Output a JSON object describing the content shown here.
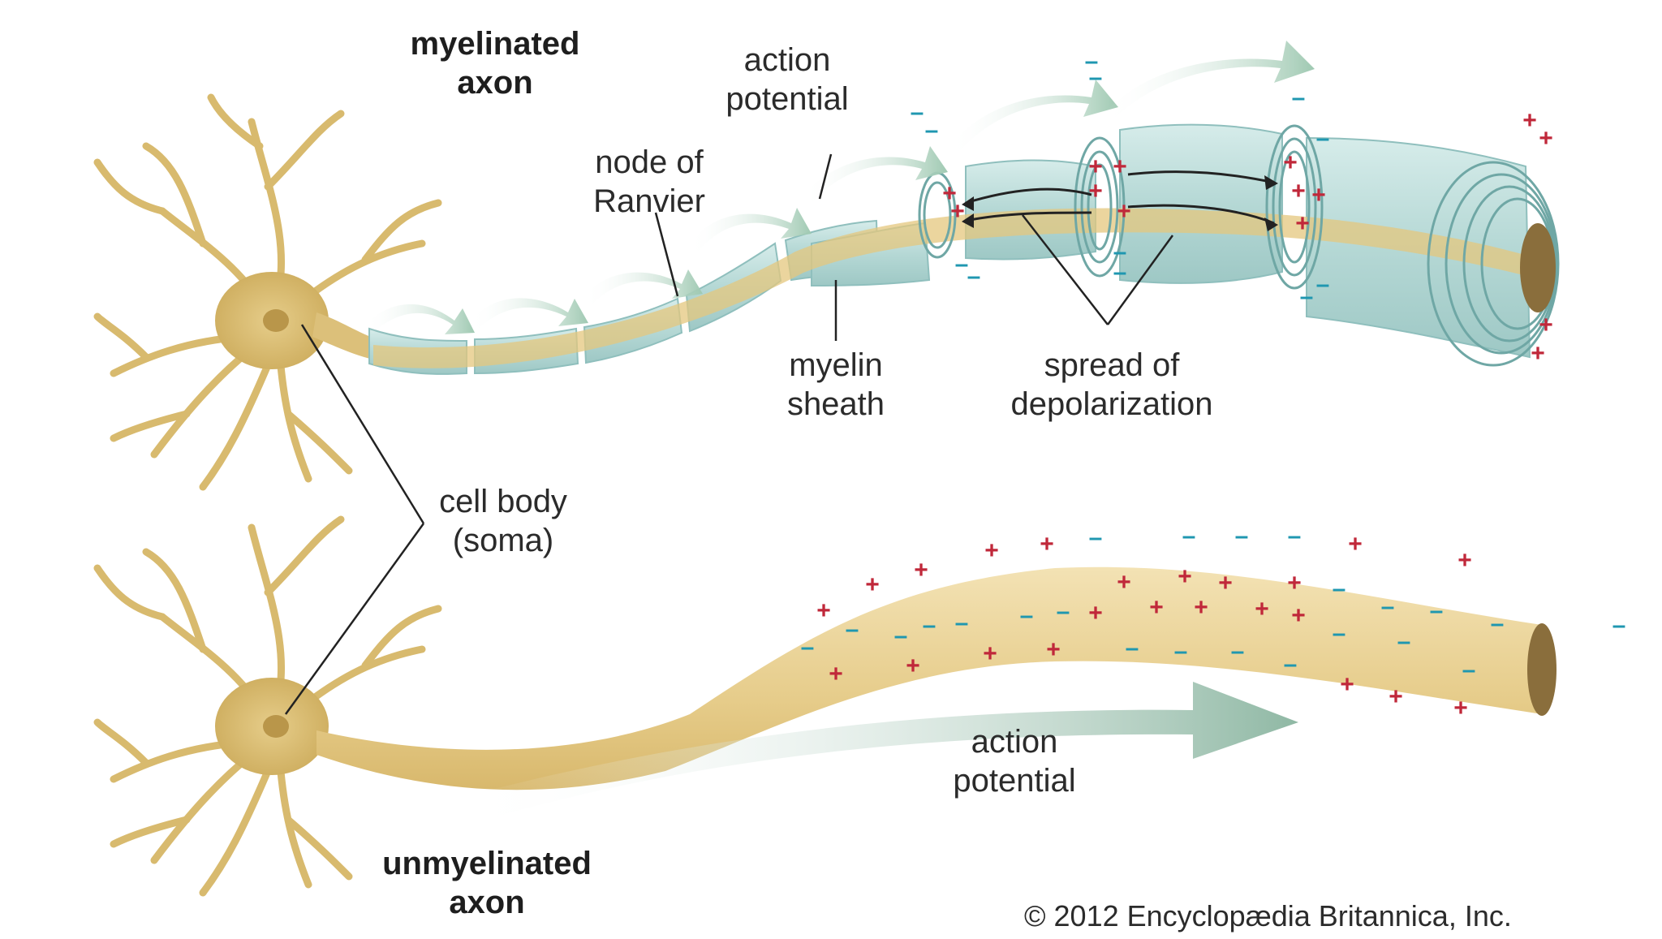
{
  "labels": {
    "myelinated_axon": "myelinated\naxon",
    "action_potential_top": "action\npotential",
    "node_of_ranvier": "node of\nRanvier",
    "myelin_sheath": "myelin\nsheath",
    "spread_of_depolarization": "spread of\ndepolarization",
    "cell_body": "cell body\n(soma)",
    "unmyelinated_axon": "unmyelinated\naxon",
    "action_potential_bottom": "action\npotential"
  },
  "copyright": "© 2012 Encyclopædia Britannica, Inc.",
  "colors": {
    "neuron": "#dcc07a",
    "neuron_dark": "#c8a555",
    "axon_core": "#e8cf8e",
    "myelin": "#b9dad8",
    "myelin_dark": "#8fbfbd",
    "arrow": "#a8cbb6",
    "plus": "#c0283a",
    "minus": "#1f97b0",
    "line": "#222222"
  },
  "charges": {
    "plus": "+",
    "minus": "–"
  }
}
